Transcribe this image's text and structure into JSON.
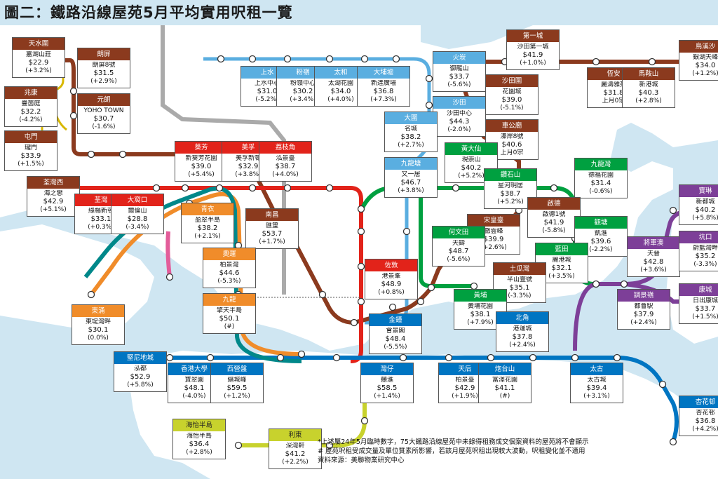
{
  "title": "圖二：鐵路沿線屋苑5月平均實用呎租一覽",
  "colors": {
    "water": "#cfe6f2",
    "land": "#ffffff",
    "grey": "#aaaaaa",
    "east_rail": "#5aaee0",
    "tuen_ma": "#8b3a1e",
    "tsuen_wan": "#e2231a",
    "kwun_tong": "#00a040",
    "island": "#0075c2",
    "tko": "#7d3f98",
    "tung_chung": "#f08c2a",
    "south_island": "#c8d22d",
    "disneyland": "#e35d9a",
    "airport": "#00888a",
    "light_rail": "#d8b800"
  },
  "cards": [
    {
      "id": "tin-shui-wai",
      "line": "tuen_ma",
      "name": "天水圍",
      "estate": "嘉湖山莊",
      "price": "$22.9",
      "change": "(+3.2%)"
    },
    {
      "id": "long-ping",
      "line": "tuen_ma",
      "name": "朗屏",
      "estate": "朗屏8號",
      "price": "$31.5",
      "change": "(+2.9%)"
    },
    {
      "id": "siu-hong",
      "line": "tuen_ma",
      "name": "兆康",
      "estate": "疊茵庭",
      "price": "$32.2",
      "change": "(-4.2%)"
    },
    {
      "id": "yuen-long",
      "line": "tuen_ma",
      "name": "元朗",
      "estate": "YOHO TOWN",
      "price": "$30.7",
      "change": "(-1.6%)"
    },
    {
      "id": "tuen-mun",
      "line": "tuen_ma",
      "name": "屯門",
      "estate": "瓏門",
      "price": "$33.9",
      "change": "(+1.5%)"
    },
    {
      "id": "tsuen-wan-west",
      "line": "tuen_ma",
      "name": "荃灣西",
      "estate": "海之戀",
      "price": "$42.9",
      "change": "(+5.1%)"
    },
    {
      "id": "tsuen-wan",
      "line": "tsuen_wan",
      "name": "荃灣",
      "estate": "綠楊新邨",
      "price": "$33.1",
      "change": "(+0.3%)"
    },
    {
      "id": "tai-wo-hau",
      "line": "tsuen_wan",
      "name": "大窩口",
      "estate": "爾倫山",
      "price": "$28.8",
      "change": "(-3.4%)"
    },
    {
      "id": "tsing-yi",
      "line": "tung_chung",
      "name": "青衣",
      "estate": "盈翠半島",
      "price": "$38.2",
      "change": "(+2.1%)"
    },
    {
      "id": "lai-king",
      "line": "tsuen_wan",
      "name": "葵芳",
      "estate": "新葵芳花園",
      "price": "$39.0",
      "change": "(+5.4%)"
    },
    {
      "id": "mei-foo",
      "line": "tsuen_wan",
      "name": "美孚",
      "estate": "美孚新邨",
      "price": "$32.9",
      "change": "(+3.8%)"
    },
    {
      "id": "lai-chi-kok",
      "line": "tsuen_wan",
      "name": "荔枝角",
      "estate": "泓景臺",
      "price": "$38.7",
      "change": "(+4.0%)"
    },
    {
      "id": "nam-cheong",
      "line": "tuen_ma",
      "name": "南昌",
      "estate": "匯璽",
      "price": "$53.7",
      "change": "(+1.7%)"
    },
    {
      "id": "olympic",
      "line": "tung_chung",
      "name": "奧運",
      "estate": "柏景灣",
      "price": "$44.6",
      "change": "(-5.3%)"
    },
    {
      "id": "kowloon",
      "line": "tung_chung",
      "name": "九龍",
      "estate": "擎天半島",
      "price": "$50.1",
      "change": "(#)"
    },
    {
      "id": "tung-chung",
      "line": "tung_chung",
      "name": "東涌",
      "estate": "東堤灣畔",
      "price": "$30.1",
      "change": "(0.0%)"
    },
    {
      "id": "sheung-shui",
      "line": "east_rail",
      "name": "上水",
      "estate": "上水中心",
      "price": "$31.0",
      "change": "(-5.2%)"
    },
    {
      "id": "fanling",
      "line": "east_rail",
      "name": "粉嶺",
      "estate": "粉嶺中心",
      "price": "$30.2",
      "change": "(+3.4%)"
    },
    {
      "id": "tai-wo",
      "line": "east_rail",
      "name": "太和",
      "estate": "太湖花園",
      "price": "$34.0",
      "change": "(+4.0%)"
    },
    {
      "id": "tai-po-market",
      "line": "east_rail",
      "name": "大埔墟",
      "estate": "新達廣場",
      "price": "$36.8",
      "change": "(+7.3%)"
    },
    {
      "id": "fo-tan",
      "line": "east_rail",
      "name": "火炭",
      "estate": "御龍山",
      "price": "$33.7",
      "change": "(-5.6%)"
    },
    {
      "id": "sha-tin",
      "line": "east_rail",
      "name": "沙田",
      "estate": "沙田中心",
      "price": "$44.3",
      "change": "(-2.0%)"
    },
    {
      "id": "tai-wai",
      "line": "east_rail",
      "name": "大圍",
      "estate": "名城",
      "price": "$38.2",
      "change": "(+2.7%)"
    },
    {
      "id": "kowloon-tong",
      "line": "east_rail",
      "name": "九龍塘",
      "estate": "又一居",
      "price": "$46.7",
      "change": "(+3.8%)"
    },
    {
      "id": "city-one",
      "line": "tuen_ma",
      "name": "第一城",
      "estate": "沙田第一城",
      "price": "$41.9",
      "change": "(+1.0%)"
    },
    {
      "id": "wu-kai-sha",
      "line": "tuen_ma",
      "name": "烏溪沙",
      "estate": "銀湖天峰",
      "price": "$34.0",
      "change": "(+1.2%)"
    },
    {
      "id": "sha-tin-wai",
      "line": "tuen_ma",
      "name": "沙田圍",
      "estate": "花園城",
      "price": "$39.0",
      "change": "(-5.1%)"
    },
    {
      "id": "heng-on",
      "line": "tuen_ma",
      "name": "恆安",
      "estate": "麗濤雅苑",
      "price": "$31.8",
      "change": "上月0宗"
    },
    {
      "id": "ma-on-shan",
      "line": "tuen_ma",
      "name": "馬鞍山",
      "estate": "新港城",
      "price": "$40.3",
      "change": "(+2.8%)"
    },
    {
      "id": "che-kung-temple",
      "line": "tuen_ma",
      "name": "車公廟",
      "estate": "溱岸8號",
      "price": "$40.6",
      "change": "上月0宗"
    },
    {
      "id": "wong-tai-sin",
      "line": "kwun_tong",
      "name": "黃大仙",
      "estate": "現崇山",
      "price": "$40.2",
      "change": "(+5.2%)"
    },
    {
      "id": "diamond-hill",
      "line": "kwun_tong",
      "name": "鑽石山",
      "estate": "星河明居",
      "price": "$38.7",
      "change": "(+5.2%)"
    },
    {
      "id": "kowloon-bay",
      "line": "kwun_tong",
      "name": "九龍灣",
      "estate": "德福花園",
      "price": "$31.4",
      "change": "(-0.6%)"
    },
    {
      "id": "kai-tak",
      "line": "tuen_ma",
      "name": "啟德",
      "estate": "啟德1號",
      "price": "$41.9",
      "change": "(-5.8%)"
    },
    {
      "id": "sung-wong-toi",
      "line": "tuen_ma",
      "name": "宋皇臺",
      "estate": "傲雲峰",
      "price": "$39.9",
      "change": "(+2.6%)"
    },
    {
      "id": "kwun-tong",
      "line": "kwun_tong",
      "name": "觀塘",
      "estate": "凱滙",
      "price": "$39.6",
      "change": "(-2.2%)"
    },
    {
      "id": "lam-tin",
      "line": "kwun_tong",
      "name": "藍田",
      "estate": "麗港城",
      "price": "$32.1",
      "change": "(+3.5%)"
    },
    {
      "id": "ho-man-tin",
      "line": "kwun_tong",
      "name": "何文田",
      "estate": "天鑄",
      "price": "$48.7",
      "change": "(-5.6%)"
    },
    {
      "id": "to-kwa-wan",
      "line": "tuen_ma",
      "name": "土瓜灣",
      "estate": "半山壹號",
      "price": "$35.1",
      "change": "(-3.3%)"
    },
    {
      "id": "prince-edward",
      "line": "tsuen_wan",
      "name": "佐敦",
      "estate": "港景峯",
      "price": "$48.9",
      "change": "(+0.8%)"
    },
    {
      "id": "whampoa",
      "line": "kwun_tong",
      "name": "黃埔",
      "estate": "黃埔花園",
      "price": "$38.1",
      "change": "(+7.9%)"
    },
    {
      "id": "north-point",
      "line": "island",
      "name": "北角",
      "estate": "港運城",
      "price": "$37.8",
      "change": "(+2.4%)"
    },
    {
      "id": "tsuen-kwan-o",
      "line": "tko",
      "name": "將軍澳",
      "estate": "天晉",
      "price": "$42.8",
      "change": "(+3.6%)"
    },
    {
      "id": "tiu-keng-leng",
      "line": "tko",
      "name": "調景嶺",
      "estate": "都會駅",
      "price": "$37.9",
      "change": "(+2.4%)"
    },
    {
      "id": "po-lam",
      "line": "tko",
      "name": "寶琳",
      "estate": "新都城",
      "price": "$40.2",
      "change": "(+5.8%)"
    },
    {
      "id": "hang-hau",
      "line": "tko",
      "name": "坑口",
      "estate": "蔚藍灣畔",
      "price": "$35.2",
      "change": "(-3.3%)"
    },
    {
      "id": "lohas-park",
      "line": "tko",
      "name": "康城",
      "estate": "日出康城",
      "price": "$33.7",
      "change": "(+1.5%)"
    },
    {
      "id": "admiralty",
      "line": "island",
      "name": "金鐘",
      "estate": "會景閣",
      "price": "$48.4",
      "change": "(-5.5%)"
    },
    {
      "id": "kennedy-town",
      "line": "island",
      "name": "堅尼地城",
      "estate": "泓都",
      "price": "$52.9",
      "change": "(+5.8%)"
    },
    {
      "id": "hku",
      "line": "island",
      "name": "香港大學",
      "estate": "寶翠園",
      "price": "$48.1",
      "change": "(-4.0%)"
    },
    {
      "id": "sai-ying-pun",
      "line": "island",
      "name": "西營盤",
      "estate": "縉城峰",
      "price": "$59.5",
      "change": "(+1.2%)"
    },
    {
      "id": "wan-chai",
      "line": "island",
      "name": "灣仔",
      "estate": "囍滙",
      "price": "$58.5",
      "change": "(+1.4%)"
    },
    {
      "id": "tin-hau",
      "line": "island",
      "name": "天后",
      "estate": "柏景臺",
      "price": "$42.9",
      "change": "(+1.9%)"
    },
    {
      "id": "fortress-hill",
      "line": "island",
      "name": "炮台山",
      "estate": "富澤花園",
      "price": "$41.1",
      "change": "(#)"
    },
    {
      "id": "tai-koo",
      "line": "island",
      "name": "太古",
      "estate": "太古城",
      "price": "$39.4",
      "change": "(+3.1%)"
    },
    {
      "id": "heng-fa-chuen",
      "line": "island",
      "name": "杏花邨",
      "estate": "杏花邨",
      "price": "$36.8",
      "change": "(+4.2%)"
    },
    {
      "id": "ocean-park",
      "line": "south_island",
      "name": "海怡半島",
      "estate": "海怡半島",
      "price": "$36.4",
      "change": "(+2.8%)"
    },
    {
      "id": "lei-tung",
      "line": "south_island",
      "name": "利東",
      "estate": "深灣軒",
      "price": "$41.2",
      "change": "(+2.2%)"
    }
  ],
  "notes": [
    "*上述屬24年5月臨時數字，75大鐵路沿線屋苑中未錄得租務成交個案資料的屋苑將不會顯示",
    "# 屋苑呎租受成交量及單位質素所影響，若該月屋苑呎租出現較大波動，呎租變化並不適用",
    "資料來源：美聯物業研究中心"
  ]
}
